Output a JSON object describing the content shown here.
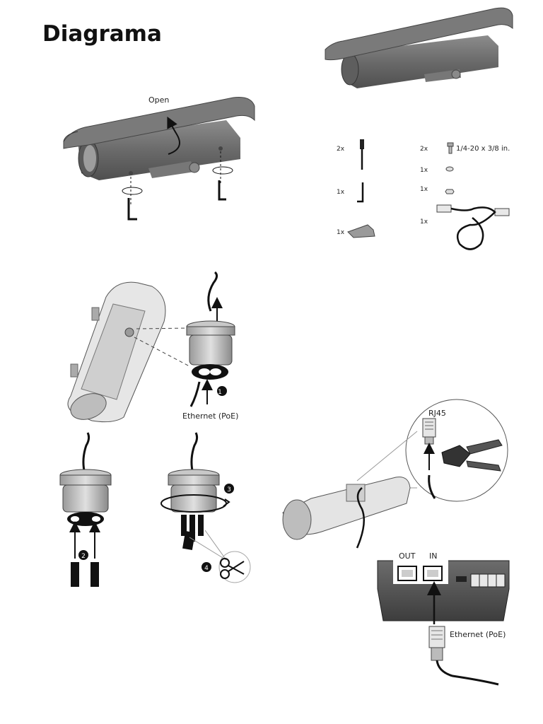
{
  "title": "Diagrama",
  "open_label": "Open",
  "parts": {
    "bolt_qty": "2x",
    "hex_key_qty": "1x",
    "bracket_qty": "1x",
    "screw_qty": "2x",
    "screw_spec": "1/4-20 x 3/8 in.",
    "washer_qty": "1x",
    "nut_qty": "1x",
    "cable_qty": "1x"
  },
  "cable_gland": {
    "ethernet_label": "Ethernet (PoE)",
    "step1": "1",
    "step2": "2",
    "step3": "3",
    "step4": "4"
  },
  "connection": {
    "rj45_label": "RJ45",
    "out_label": "OUT",
    "in_label": "IN",
    "ethernet_label": "Ethernet (PoE)"
  },
  "colors": {
    "housing": "#6e6e6e",
    "housing_dark": "#4a4a4a",
    "housing_light": "#9a9a9a",
    "line": "#111111"
  }
}
